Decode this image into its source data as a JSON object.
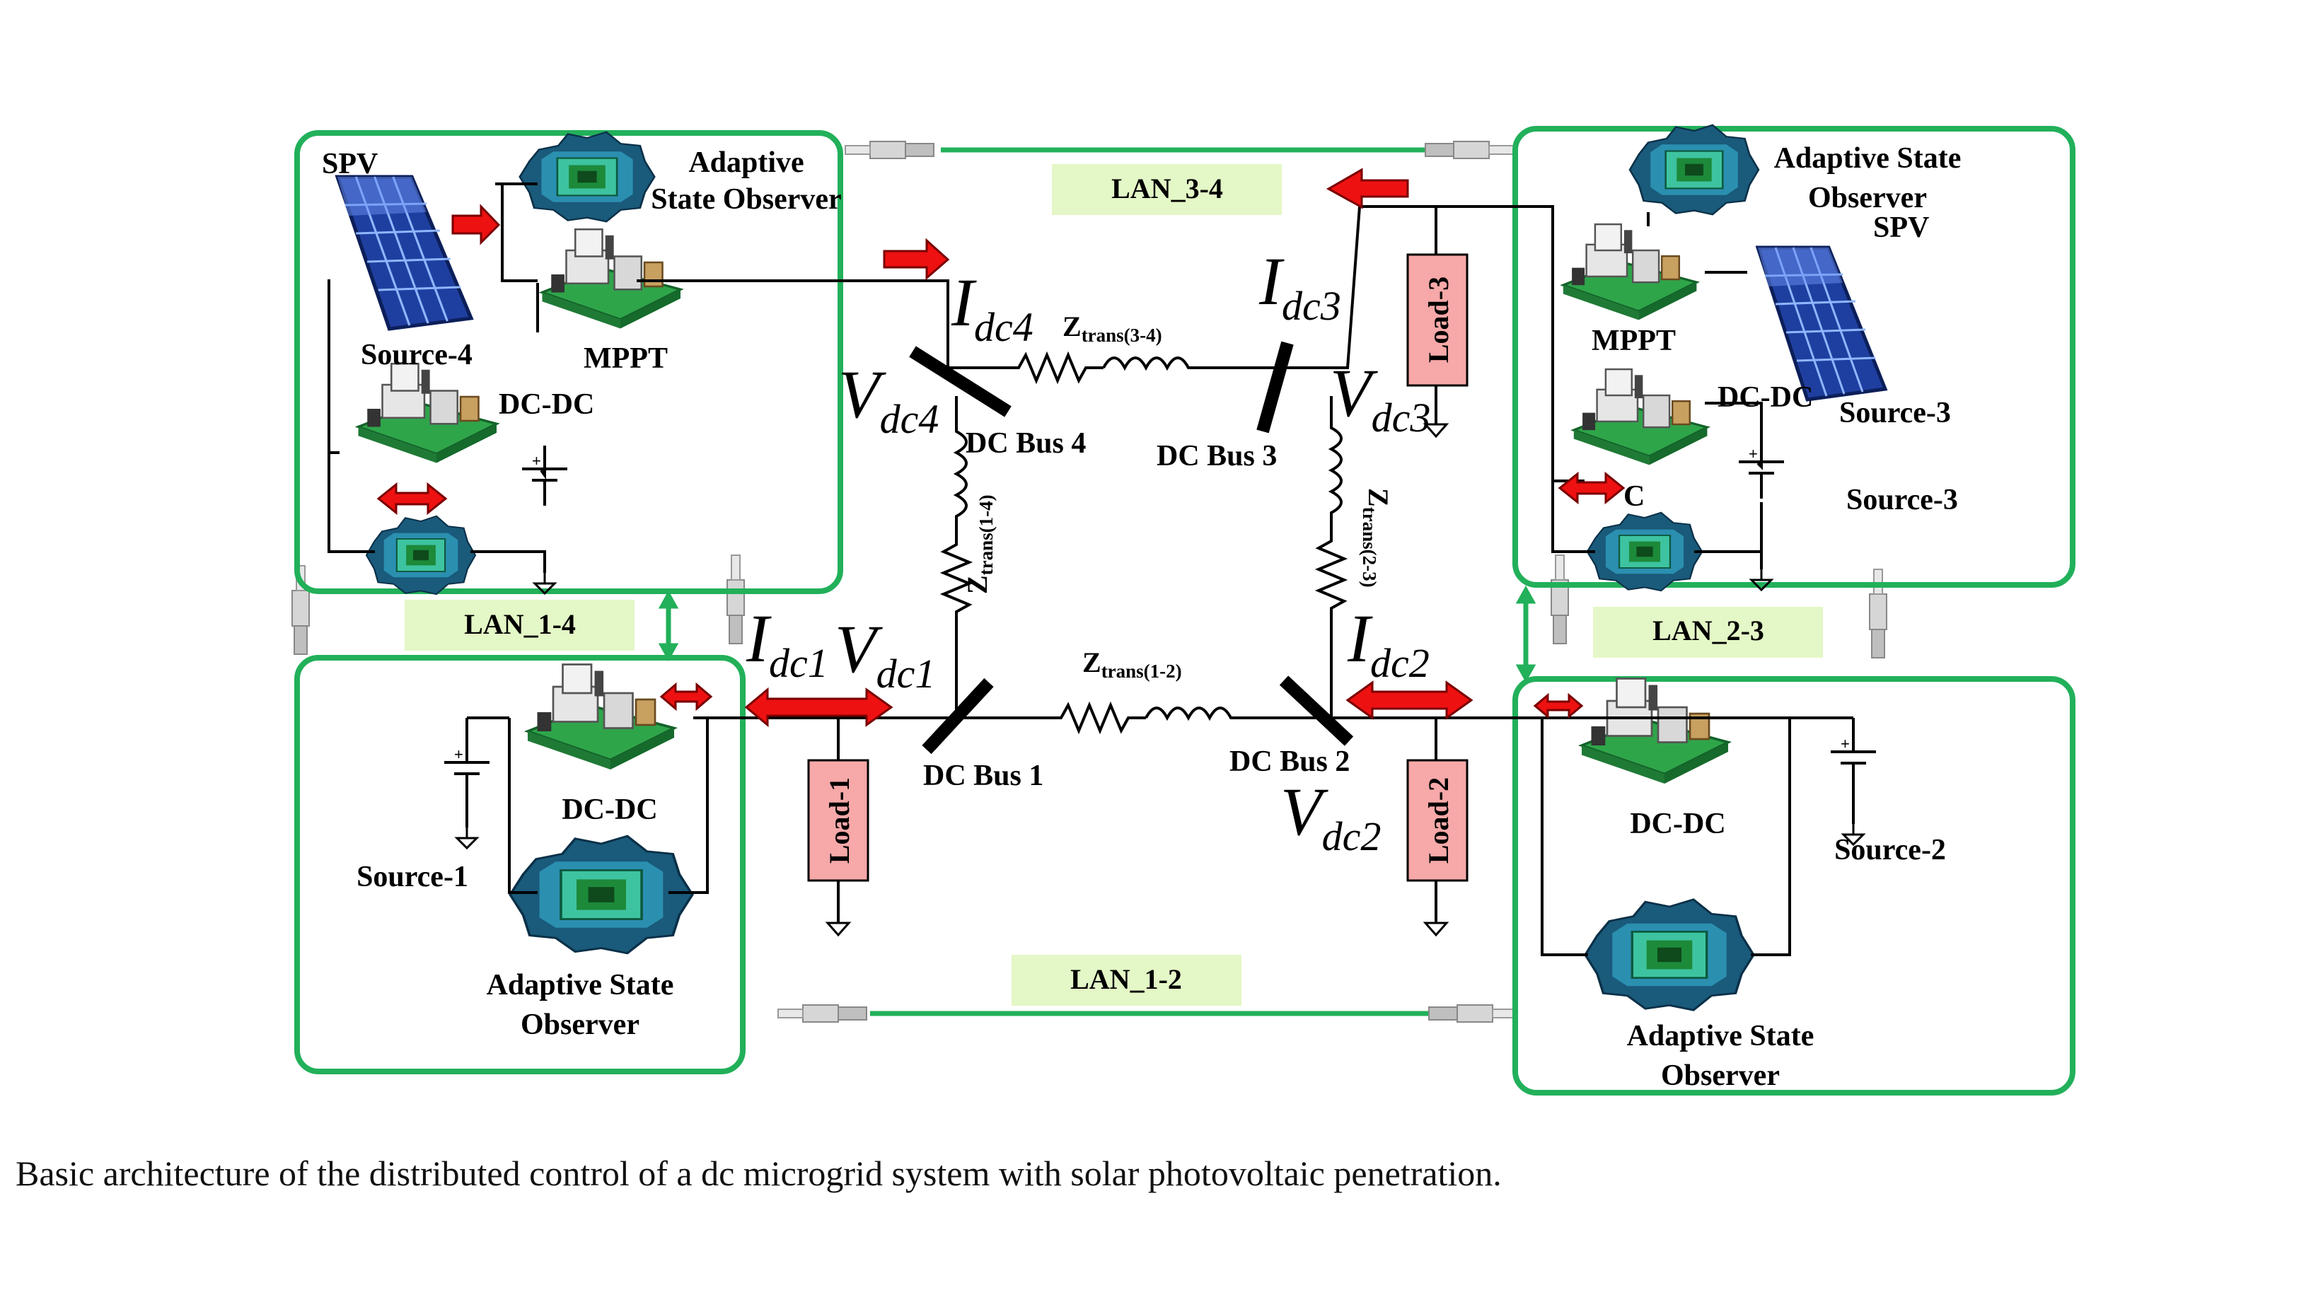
{
  "caption": "Basic architecture of the distributed control of a dc microgrid system with solar photovoltaic penetration.",
  "colors": {
    "box_border": "#22b05a",
    "lan_fill": "#e4f7c6",
    "load_fill": "#f7a8a8",
    "arrow": "#ee1111"
  },
  "lan": {
    "l34": "LAN_3-4",
    "l14": "LAN_1-4",
    "l23": "LAN_2-3",
    "l12": "LAN_1-2"
  },
  "buses": {
    "b1": "DC Bus 1",
    "b2": "DC Bus 2",
    "b3": "DC Bus 3",
    "b4": "DC Bus 4"
  },
  "loads": {
    "l1": "Load-1",
    "l2": "Load-2",
    "l3": "Load-3"
  },
  "impedances": {
    "z34_main": "Z",
    "z34_sub": "trans(3-4)",
    "z12_main": "Z",
    "z12_sub": "trans(1-2)",
    "z14_main": "Z",
    "z14_sub": "trans(1-4)",
    "z23_main": "Z",
    "z23_sub": "trans(2-3)"
  },
  "currents": {
    "i1_main": "I",
    "i1_sub": "dc1",
    "i2_main": "I",
    "i2_sub": "dc2",
    "i3_main": "I",
    "i3_sub": "dc3",
    "i4_main": "I",
    "i4_sub": "dc4"
  },
  "voltages": {
    "v1_main": "V",
    "v1_sub": "dc1",
    "v2_main": "V",
    "v2_sub": "dc2",
    "v3_main": "V",
    "v3_sub": "dc3",
    "v4_main": "V",
    "v4_sub": "dc4"
  },
  "node4": {
    "spv": "SPV",
    "obs_line1": "Adaptive",
    "obs_line2": "State Observer",
    "source": "Source-4",
    "mppt": "MPPT",
    "dcdc": "DC-DC"
  },
  "node3": {
    "obs_line1": "Adaptive State",
    "obs_line2": "Observer",
    "spv": "SPV",
    "mppt": "MPPT",
    "dcdc": "DC-DC",
    "source_a": "Source-3",
    "source_b": "Source-3",
    "frag": "C"
  },
  "node1": {
    "dcdc": "DC-DC",
    "source": "Source-1",
    "obs_line1": "Adaptive State",
    "obs_line2": "Observer"
  },
  "node2": {
    "dcdc": "DC-DC",
    "source": "Source-2",
    "obs_line1": "Adaptive State",
    "obs_line2": "Observer"
  }
}
